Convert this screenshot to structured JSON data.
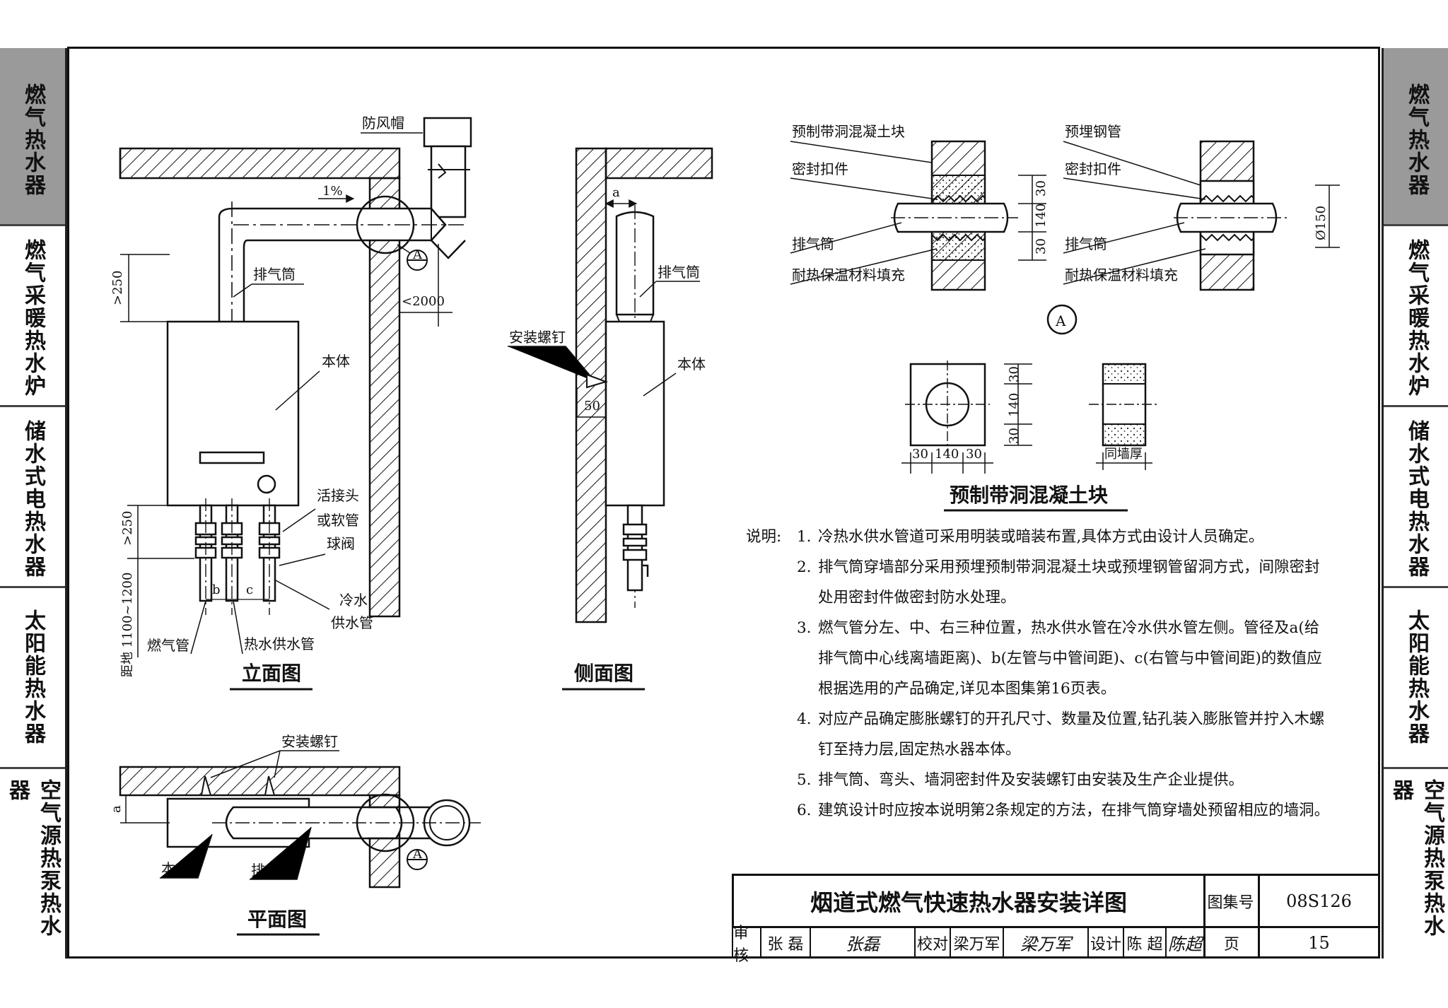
{
  "tabs_left": [
    {
      "label": "燃气热水器",
      "active": true
    },
    {
      "label": "燃气采暖热水炉",
      "active": false
    },
    {
      "label": "储水式电热水器",
      "active": false
    },
    {
      "label": "太阳能热水器",
      "active": false
    },
    {
      "label": "空气源热泵热水器",
      "active": false
    }
  ],
  "tabs_right": [
    {
      "label": "燃气热水器",
      "active": true
    },
    {
      "label": "燃气采暖热水炉",
      "active": false
    },
    {
      "label": "储水式电热水器",
      "active": false
    },
    {
      "label": "太阳能热水器",
      "active": false
    },
    {
      "label": "空气源热泵热水器",
      "active": false
    }
  ],
  "elevation": {
    "title": "立面图",
    "labels": {
      "wind_cap": "防风帽",
      "slope": "1%",
      "flue": "排气筒",
      "body": "本体",
      "dim_250_top": ">250",
      "dim_2000": "<2000",
      "union": "活接头",
      "hose": "或软管",
      "ball_valve": "球阀",
      "cold_1": "冷水",
      "cold_2": "供水管",
      "gas_pipe": "燃气管",
      "hot_pipe": "热水供水管",
      "dim_250_bot": ">250",
      "dim_height": "距地  1100~1200",
      "b": "b",
      "c": "c",
      "section_mark": "A"
    }
  },
  "side": {
    "title": "侧面图",
    "labels": {
      "a": "a",
      "flue": "排气筒",
      "screw": "安装螺钉",
      "body": "本体",
      "dim_50": "50"
    }
  },
  "plan": {
    "title": "平面图",
    "labels": {
      "screw": "安装螺钉",
      "a": "a",
      "body": "本体",
      "flue": "排气筒",
      "section_mark": "A"
    }
  },
  "detail": {
    "left": {
      "block": "预制带洞混凝土块",
      "seal": "密封扣件",
      "flue": "排气筒",
      "fill": "耐热保温材料填充",
      "d30a": "30",
      "d140": "140",
      "d30b": "30"
    },
    "right": {
      "pipe": "预埋钢管",
      "seal": "密封扣件",
      "flue": "排气筒",
      "fill": "耐热保温材料填充",
      "dia": "Ø150"
    },
    "circle_mark": "A"
  },
  "block": {
    "title": "预制带洞混凝土块",
    "dims_v": [
      "30",
      "140",
      "30"
    ],
    "dims_h": [
      "30",
      "140",
      "30"
    ],
    "wall": "同墙厚"
  },
  "notes": {
    "label": "说明:",
    "items": [
      {
        "n": "1.",
        "text": "冷热水供水管道可采用明装或暗装布置,具体方式由设计人员确定。"
      },
      {
        "n": "2.",
        "text": "排气筒穿墙部分采用预埋预制带洞混凝土块或预埋钢管留洞方式，间隙密封处用密封件做密封防水处理。"
      },
      {
        "n": "3.",
        "text": "燃气管分左、中、右三种位置，热水供水管在冷水供水管左侧。管径及a(给排气筒中心线离墙距离)、b(左管与中管间距)、c(右管与中管间距)的数值应根据选用的产品确定,详见本图集第16页表。"
      },
      {
        "n": "4.",
        "text": "对应产品确定膨胀螺钉的开孔尺寸、数量及位置,钻孔装入膨胀管并拧入木螺钉至持力层,固定热水器本体。"
      },
      {
        "n": "5.",
        "text": "排气筒、弯头、墙洞密封件及安装螺钉由安装及生产企业提供。"
      },
      {
        "n": "6.",
        "text": "建筑设计时应按本说明第2条规定的方法，在排气筒穿墙处预留相应的墙洞。"
      }
    ]
  },
  "title_block": {
    "title": "烟道式燃气快速热水器安装详图",
    "atlas_label": "图集号",
    "atlas_no": "08S126",
    "page_label": "页",
    "page_no": "15",
    "review_label": "审核",
    "reviewer": "张 磊",
    "reviewer_sig": "张磊",
    "check_label": "校对",
    "checker": "梁万军",
    "checker_sig": "梁万军",
    "design_label": "设计",
    "designer": "陈 超",
    "designer_sig": "陈超"
  }
}
